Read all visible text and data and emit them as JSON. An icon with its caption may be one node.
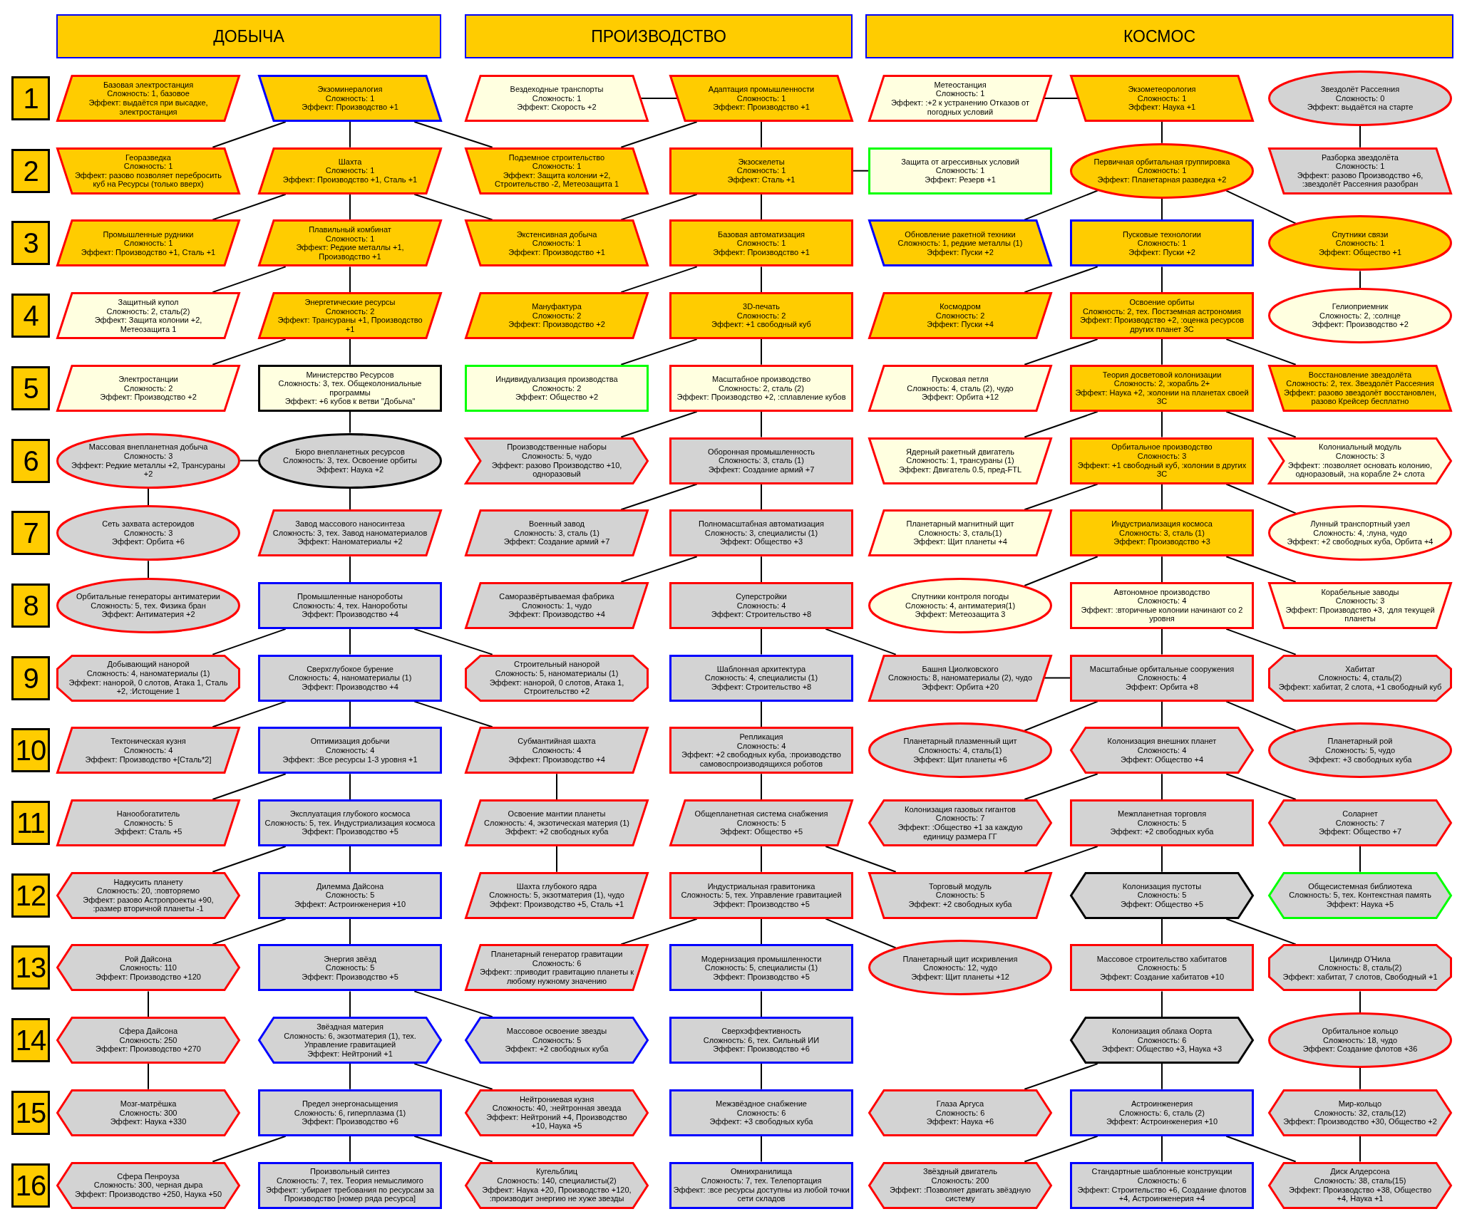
{
  "diagram": {
    "nodes": [
      {
        "text": [
          "ДОБЫЧА"
        ]
      },
      {
        "text": [
          "ПРОИЗВОДСТВО"
        ]
      },
      {
        "text": [
          "КОСМОС"
        ]
      },
      {
        "text": [
          "1"
        ]
      },
      {
        "text": [
          "Базовая электростанция",
          "Сложность: 1, базовое",
          "Эффект: выдаётся при высадке, электростанция"
        ]
      },
      {
        "text": [
          "Экзоминералогия",
          "Сложность: 1",
          "Эффект: Производство +1"
        ]
      },
      {
        "text": [
          "Вездеходные транспорты",
          "Сложность: 1",
          "Эффект: Скорость +2"
        ]
      },
      {
        "text": [
          "Адаптация промышленности",
          "Сложность: 1",
          "Эффект: Производство +1"
        ]
      },
      {
        "text": [
          "Метеостанция",
          "Сложность: 1",
          "Эффект: :+2 к устранению Отказов от погодных условий"
        ]
      },
      {
        "text": [
          "Экзометеорология",
          "Сложность: 1",
          "Эффект: Наука +1"
        ]
      },
      {
        "text": [
          "Звездолёт Рассеяния",
          "Сложность: 0",
          "Эффект: выдаётся на старте"
        ]
      },
      {
        "text": [
          "2"
        ]
      },
      {
        "text": [
          "Георазведка",
          "Сложность: 1",
          "Эффект: разово позволяет перебросить куб на Ресурсы (только вверх)"
        ]
      },
      {
        "text": [
          "Шахта",
          "Сложность: 1",
          "Эффект: Производство +1, Сталь +1"
        ]
      },
      {
        "text": [
          "Подземное строительство",
          "Сложность: 1",
          "Эффект: Защита колонии +2, Строительство -2, Метеозащита 1"
        ]
      },
      {
        "text": [
          "Экзоскелеты",
          "Сложность: 1",
          "Эффект: Сталь +1"
        ]
      },
      {
        "text": [
          "Защита от агрессивных условий",
          "Сложность: 1",
          "Эффект: Резерв +1"
        ]
      },
      {
        "text": [
          "Первичная орбитальная группировка",
          "Сложность: 1",
          "Эффект: Планетарная разведка +2"
        ]
      },
      {
        "text": [
          "Разборка звездолёта",
          "Сложность: 1",
          "Эффект: разово Производство +6, :звездолёт Рассеяния разобран"
        ]
      },
      {
        "text": [
          "3"
        ]
      },
      {
        "text": [
          "Промышленные рудники",
          "Сложность: 1",
          "Эффект: Производство +1, Сталь +1"
        ]
      },
      {
        "text": [
          "Плавильный комбинат",
          "Сложность: 1",
          "Эффект: Редкие металлы +1, Производство +1"
        ]
      },
      {
        "text": [
          "Экстенсивная добыча",
          "Сложность: 1",
          "Эффект: Производство +1"
        ]
      },
      {
        "text": [
          "Базовая автоматизация",
          "Сложность: 1",
          "Эффект: Производство +1"
        ]
      },
      {
        "text": [
          "Обновление ракетной техники",
          "Сложность: 1, редкие металлы (1)",
          "Эффект: Пуски +2"
        ]
      },
      {
        "text": [
          "Пусковые технологии",
          "Сложность: 1",
          "Эффект: Пуски +2"
        ]
      },
      {
        "text": [
          "Спутники связи",
          "Сложность: 1",
          "Эффект: Общество +1"
        ]
      },
      {
        "text": [
          "4"
        ]
      },
      {
        "text": [
          "Защитный купол",
          "Сложность: 2, сталь(2)",
          "Эффект: Защита колонии +2, Метеозащита 1"
        ]
      },
      {
        "text": [
          "Энергетические ресурсы",
          "Сложность: 2",
          "Эффект: Трансураны +1, Производство +1"
        ]
      },
      {
        "text": [
          "Мануфактура",
          "Сложность: 2",
          "Эффект: Производство +2"
        ]
      },
      {
        "text": [
          "3D-печать",
          "Сложность: 2",
          "Эффект: +1 свободный куб"
        ]
      },
      {
        "text": [
          "Космодром",
          "Сложность: 2",
          "Эффект: Пуски +4"
        ]
      },
      {
        "text": [
          "Освоение орбиты",
          "Сложность: 2, тех. Постземная астрономия",
          "Эффект: Производство +2, :оценка ресурсов других планет ЗС"
        ]
      },
      {
        "text": [
          "Гелиоприемник",
          "Сложность: 2, :солнце",
          "Эффект: Производство +2"
        ]
      },
      {
        "text": [
          "5"
        ]
      },
      {
        "text": [
          "Электростанции",
          "Сложность: 2",
          "Эффект: Производство +2"
        ]
      },
      {
        "text": [
          "Министерство Ресурсов",
          "Сложность: 3, тех. Общеколониальные программы",
          "Эффект: +6 кубов к ветви \"Добыча\""
        ]
      },
      {
        "text": [
          "Индивидуализация производства",
          "Сложность: 2",
          "Эффект: Общество +2"
        ]
      },
      {
        "text": [
          "Масштабное производство",
          "Сложность: 2, сталь (2)",
          "Эффект: Производство +2, :сплавление кубов"
        ]
      },
      {
        "text": [
          "Пусковая петля",
          "Сложность: 4, сталь (2), чудо",
          "Эффект: Орбита +12"
        ]
      },
      {
        "text": [
          "Теория досветовой колонизации",
          "Сложность: 2, :корабль 2+",
          "Эффект: Наука +2, :колонии на планетах своей ЗС"
        ]
      },
      {
        "text": [
          "Восстановление звездолёта",
          "Сложность: 2, тех. Звездолёт Рассеяния",
          "Эффект: разово звездолёт восстановлен, разово Крейсер бесплатно"
        ]
      },
      {
        "text": [
          "6"
        ]
      },
      {
        "text": [
          "Массовая внепланетная добыча",
          "Сложность: 3",
          "Эффект: Редкие металлы +2, Трансураны +2"
        ]
      },
      {
        "text": [
          "Бюро внепланетных ресурсов",
          "Сложность: 3, тех. Освоение орбиты",
          "Эффект: Наука +2"
        ]
      },
      {
        "text": [
          "Производственные наборы",
          "Сложность: 5, чудо",
          "Эффект: разово Производство +10, одноразовый"
        ]
      },
      {
        "text": [
          "Оборонная промышленность",
          "Сложность: 3, сталь (1)",
          "Эффект: Создание армий +7"
        ]
      },
      {
        "text": [
          "Ядерный ракетный двигатель",
          "Сложность: 1, трансураны (1)",
          "Эффект: Двигатель 0.5, пред-FTL"
        ]
      },
      {
        "text": [
          "Орбитальное производство",
          "Сложность: 3",
          "Эффект: +1 свободный куб, :колонии в других ЗС"
        ]
      },
      {
        "text": [
          "Колониальный модуль",
          "Сложность: 3",
          "Эффект: :позволяет основать колонию, одноразовый, :на корабле 2+ слота"
        ]
      },
      {
        "text": [
          "7"
        ]
      },
      {
        "text": [
          "Сеть захвата астероидов",
          "Сложность: 3",
          "Эффект: Орбита +6"
        ]
      },
      {
        "text": [
          "Завод массового наносинтеза",
          "Сложность: 3, тех. Завод наноматериалов",
          "Эффект: Наноматериалы +2"
        ]
      },
      {
        "text": [
          "Военный завод",
          "Сложность: 3, сталь (1)",
          "Эффект: Создание армий +7"
        ]
      },
      {
        "text": [
          "Полномасштабная автоматизация",
          "Сложность: 3, специалисты (1)",
          "Эффект: Общество +3"
        ]
      },
      {
        "text": [
          "Планетарный магнитный щит",
          "Сложность: 3, сталь(1)",
          "Эффект: Щит планеты +4"
        ]
      },
      {
        "text": [
          "Индустриализация космоса",
          "Сложность: 3, сталь (1)",
          "Эффект: Производство +3"
        ]
      },
      {
        "text": [
          "Лунный транспортный узел",
          "Сложность: 4, :луна, чудо",
          "Эффект: +2 свободных куба, Орбита +4"
        ]
      },
      {
        "text": [
          "8"
        ]
      },
      {
        "text": [
          "Орбитальные генераторы антиматерии",
          "Сложность: 5, тех. Физика бран",
          "Эффект: Антиматерия +2"
        ]
      },
      {
        "text": [
          "Промышленные нанороботы",
          "Сложность: 4, тех. Нанороботы",
          "Эффект: Производство +4"
        ]
      },
      {
        "text": [
          "Саморазвёртываемая фабрика",
          "Сложность: 1, чудо",
          "Эффект: Производство +4"
        ]
      },
      {
        "text": [
          "Суперстройки",
          "Сложность: 4",
          "Эффект: Строительство +8"
        ]
      },
      {
        "text": [
          "Спутники контроля погоды",
          "Сложность: 4, антиматерия(1)",
          "Эффект: Метеозащита 3"
        ]
      },
      {
        "text": [
          "Автономное производство",
          "Сложность: 4",
          "Эффект: :вторичные колонии начинают со 2 уровня"
        ]
      },
      {
        "text": [
          "Корабельные заводы",
          "Сложность: 3",
          "Эффект: Производство +3, :для текущей планеты"
        ]
      },
      {
        "text": [
          "9"
        ]
      },
      {
        "text": [
          "Добывающий нанорой",
          "Сложность: 4, наноматериалы (1)",
          "Эффект: нанорой, 0 слотов, Атака 1, Сталь +2, :Истощение 1"
        ]
      },
      {
        "text": [
          "Сверхглубокое бурение",
          "Сложность: 4, наноматериалы (1)",
          "Эффект: Производство +4"
        ]
      },
      {
        "text": [
          "Строительный нанорой",
          "Сложность: 5, наноматериалы (1)",
          "Эффект: нанорой, 0 слотов, Атака 1, Строительство +2"
        ]
      },
      {
        "text": [
          "Шаблонная архитектура",
          "Сложность: 4, специалисты (1)",
          "Эффект: Строительство +8"
        ]
      },
      {
        "text": [
          "Башня Циолковского",
          "Сложность: 8, наноматериалы (2), чудо",
          "Эффект: Орбита +20"
        ]
      },
      {
        "text": [
          "Масштабные орбитальные сооружения",
          "Сложность: 4",
          "Эффект: Орбита +8"
        ]
      },
      {
        "text": [
          "Хабитат",
          "Сложность: 4, сталь(2)",
          "Эффект: хабитат, 2 слота, +1 свободный куб"
        ]
      },
      {
        "text": [
          "10"
        ]
      },
      {
        "text": [
          "Тектоническая кузня",
          "Сложность: 4",
          "Эффект: Производство +[Сталь*2]"
        ]
      },
      {
        "text": [
          "Оптимизация добычи",
          "Сложность: 4",
          "Эффект: :Все ресурсы 1-3 уровня +1"
        ]
      },
      {
        "text": [
          "Субмантийная шахта",
          "Сложность: 4",
          "Эффект: Производство +4"
        ]
      },
      {
        "text": [
          "Репликация",
          "Сложность: 4",
          "Эффект: +2 свободных куба, :производство самовоспроизводящихся роботов"
        ]
      },
      {
        "text": [
          "Планетарный плазменный щит",
          "Сложность: 4, сталь(1)",
          "Эффект: Щит планеты +6"
        ]
      },
      {
        "text": [
          "Колонизация внешних планет",
          "Сложность: 4",
          "Эффект: Общество +4"
        ]
      },
      {
        "text": [
          "Планетарный рой",
          "Сложность: 5, чудо",
          "Эффект: +3 свободных куба"
        ]
      },
      {
        "text": [
          "11"
        ]
      },
      {
        "text": [
          "Нанообогатитель",
          "Сложность: 5",
          "Эффект: Сталь +5"
        ]
      },
      {
        "text": [
          "Эксплуатация глубокого космоса",
          "Сложность: 5, тех. Индустриализация космоса",
          "Эффект: Производство +5"
        ]
      },
      {
        "text": [
          "Освоение мантии планеты",
          "Сложность: 4, экзотическая материя (1)",
          "Эффект: +2 свободных куба"
        ]
      },
      {
        "text": [
          "Общепланетная система снабжения",
          "Сложность: 5",
          "Эффект: Общество +5"
        ]
      },
      {
        "text": [
          "Колонизация газовых гигантов",
          "Сложность: 7",
          "Эффект: :Общество +1 за каждую единицу размера ГГ"
        ]
      },
      {
        "text": [
          "Межпланетная торговля",
          "Сложность: 5",
          "Эффект: +2 свободных куба"
        ]
      },
      {
        "text": [
          "Соларнет",
          "Сложность: 7",
          "Эффект: Общество +7"
        ]
      },
      {
        "text": [
          "12"
        ]
      },
      {
        "text": [
          "Надкусить планету",
          "Сложность: 20, :повторяемо",
          "Эффект: разово Астропроекты +90, :размер вторичной планеты -1"
        ]
      },
      {
        "text": [
          "Дилемма Дайсона",
          "Сложность: 5",
          "Эффект: Астроинженерия +10"
        ]
      },
      {
        "text": [
          "Шахта глубокого ядра",
          "Сложность: 5, экзотматерия (1), чудо",
          "Эффект: Производство +5, Сталь +1"
        ]
      },
      {
        "text": [
          "Индустриальная гравитоника",
          "Сложность: 5, тех. Управление гравитацией",
          "Эффект: Производство +5"
        ]
      },
      {
        "text": [
          "Торговый модуль",
          "Сложность: 5",
          "Эффект: +2 свободных куба"
        ]
      },
      {
        "text": [
          "Колонизация пустоты",
          "Сложность: 5",
          "Эффект: Общество +5"
        ]
      },
      {
        "text": [
          "Общесистемная библиотека",
          "Сложность: 5, тех. Контекстная память",
          "Эффект: Наука +5"
        ]
      },
      {
        "text": [
          "13"
        ]
      },
      {
        "text": [
          "Рой Дайсона",
          "Сложность: 110",
          "Эффект: Производство +120"
        ]
      },
      {
        "text": [
          "Энергия звёзд",
          "Сложность: 5",
          "Эффект: Производство +5"
        ]
      },
      {
        "text": [
          "Планетарный генератор гравитации",
          "Сложность: 6",
          "Эффект: :приводит гравитацию планеты к любому нужному значению"
        ]
      },
      {
        "text": [
          "Модернизация промышленности",
          "Сложность: 5, специалисты (1)",
          "Эффект: Производство +5"
        ]
      },
      {
        "text": [
          "Планетарный щит искривления",
          "Сложность: 12, чудо",
          "Эффект: Щит планеты +12"
        ]
      },
      {
        "text": [
          "Массовое строительство хабитатов",
          "Сложность: 5",
          "Эффект: Создание хабитатов +10"
        ]
      },
      {
        "text": [
          "Цилиндр О'Нила",
          "Сложность: 8, сталь(2)",
          "Эффект: хабитат, 7 слотов, Свободный +1"
        ]
      },
      {
        "text": [
          "14"
        ]
      },
      {
        "text": [
          "Сфера Дайсона",
          "Сложность: 250",
          "Эффект: Производство +270"
        ]
      },
      {
        "text": [
          "Звёздная материя",
          "Сложность: 6, экзотматерия (1), тех. Управление гравитацией",
          "Эффект: Нейтроний +1"
        ]
      },
      {
        "text": [
          "Массовое освоение звезды",
          "Сложность: 5",
          "Эффект: +2 свободных куба"
        ]
      },
      {
        "text": [
          "Сверхэффективность",
          "Сложность: 6, тех. Сильный ИИ",
          "Эффект: Производство +6"
        ]
      },
      {
        "text": [
          "Колонизация облака Оорта",
          "Сложность: 6",
          "Эффект: Общество +3, Наука +3"
        ]
      },
      {
        "text": [
          "Орбитальное кольцо",
          "Сложность: 18, чудо",
          "Эффект: Создание флотов +36"
        ]
      },
      {
        "text": [
          "15"
        ]
      },
      {
        "text": [
          "Мозг-матрёшка",
          "Сложность: 300",
          "Эффект: Наука +330"
        ]
      },
      {
        "text": [
          "Предел энергонасыщения",
          "Сложность: 6, гиперплазма (1)",
          "Эффект: Производство +6"
        ]
      },
      {
        "text": [
          "Нейтрониевая кузня",
          "Сложность: 40, :нейтронная звезда",
          "Эффект: Нейтроний +4, Производство +10, Наука +5"
        ]
      },
      {
        "text": [
          "Межзвёздное снабжение",
          "Сложность: 6",
          "Эффект: +3 свободных куба"
        ]
      },
      {
        "text": [
          "Глаза Аргуса",
          "Сложность: 6",
          "Эффект: Наука +6"
        ]
      },
      {
        "text": [
          "Астроинженерия",
          "Сложность: 6, сталь (2)",
          "Эффект: Астроинженерия +10"
        ]
      },
      {
        "text": [
          "Мир-кольцо",
          "Сложность: 32, сталь(12)",
          "Эффект: Производство +30, Общество +2"
        ]
      },
      {
        "text": [
          "16"
        ]
      },
      {
        "text": [
          "Сфера Пенроуза",
          "Сложность: 300, черная дыра",
          "Эффект: Производство +250, Наука +50"
        ]
      },
      {
        "text": [
          "Произвольный синтез",
          "Сложность: 7, тех. Теория немыслимого",
          "Эффект: :убирает требования по ресурсам за Производство [номер ряда ресурса]"
        ]
      },
      {
        "text": [
          "Кугельблиц",
          "Сложность: 140, специалисты(2)",
          "Эффект: Наука +20, Производство +120, :производит энергию не хуже звезды"
        ]
      },
      {
        "text": [
          "Омнихранилища",
          "Сложность: 7, тех. Телепортация",
          "Эффект: :все ресурсы доступны из любой точки сети складов"
        ]
      },
      {
        "text": [
          "Звёздный двигатель",
          "Сложность: 200",
          "Эффект: :Позволяет двигать звёздную систему"
        ]
      },
      {
        "text": [
          "Стандартные шаблонные конструкции",
          "Сложность: 6",
          "Эффект: Строительство +6, Создание флотов +4, Астроинженерия +4"
        ]
      },
      {
        "text": [
          "Диск Алдерсона",
          "Сложность: 38, сталь(15)",
          "Эффект: Производство +38, Общество +4, Наука +1"
        ]
      }
    ],
    "edges": [
      {
        "from": 5,
        "to": 13,
        "arrow": "none"
      },
      {
        "from": 5,
        "to": 12,
        "arrow": "none"
      },
      {
        "from": 5,
        "to": 14,
        "arrow": "none"
      },
      {
        "from": 13,
        "to": 21,
        "arrow": "none"
      },
      {
        "from": 13,
        "to": 20,
        "arrow": "none"
      },
      {
        "from": 13,
        "to": 22,
        "arrow": "none"
      },
      {
        "from": 21,
        "to": 29,
        "arrow": "none"
      },
      {
        "from": 21,
        "to": 28,
        "arrow": "none"
      },
      {
        "from": 29,
        "to": 37,
        "arrow": "none"
      },
      {
        "from": 29,
        "to": 36,
        "arrow": "none"
      },
      {
        "from": 37,
        "to": 45,
        "arrow": "none"
      },
      {
        "from": 45,
        "to": 44,
        "arrow": "none"
      },
      {
        "from": 44,
        "to": 52,
        "arrow": "none"
      },
      {
        "from": 52,
        "to": 60,
        "arrow": "none"
      },
      {
        "from": 45,
        "to": 53,
        "arrow": "none"
      },
      {
        "from": 53,
        "to": 61,
        "arrow": "none"
      },
      {
        "from": 61,
        "to": 69,
        "arrow": "none"
      },
      {
        "from": 61,
        "to": 68,
        "arrow": "none"
      },
      {
        "from": 61,
        "to": 70,
        "arrow": "none"
      },
      {
        "from": 69,
        "to": 77,
        "arrow": "none"
      },
      {
        "from": 69,
        "to": 76,
        "arrow": "none"
      },
      {
        "from": 69,
        "to": 78,
        "arrow": "none"
      },
      {
        "from": 77,
        "to": 85,
        "arrow": "none"
      },
      {
        "from": 77,
        "to": 84,
        "arrow": "none"
      },
      {
        "from": 85,
        "to": 93,
        "arrow": "none"
      },
      {
        "from": 85,
        "to": 92,
        "arrow": "none"
      },
      {
        "from": 93,
        "to": 101,
        "arrow": "none"
      },
      {
        "from": 93,
        "to": 100,
        "arrow": "none"
      },
      {
        "from": 100,
        "to": 108,
        "arrow": "none"
      },
      {
        "from": 108,
        "to": 115,
        "arrow": "none"
      },
      {
        "from": 101,
        "to": 109,
        "arrow": "none"
      },
      {
        "from": 101,
        "to": 110,
        "arrow": "none"
      },
      {
        "from": 109,
        "to": 116,
        "arrow": "none"
      },
      {
        "from": 109,
        "to": 117,
        "arrow": "none"
      },
      {
        "from": 116,
        "to": 124,
        "arrow": "none"
      },
      {
        "from": 116,
        "to": 123,
        "arrow": "none"
      },
      {
        "from": 116,
        "to": 125,
        "arrow": "none"
      },
      {
        "from": 78,
        "to": 86,
        "arrow": "none"
      },
      {
        "from": 86,
        "to": 94,
        "arrow": "none"
      },
      {
        "from": 7,
        "to": 6,
        "arrow": "none"
      },
      {
        "from": 7,
        "to": 15,
        "arrow": "none"
      },
      {
        "from": 7,
        "to": 14,
        "arrow": "none"
      },
      {
        "from": 15,
        "to": 23,
        "arrow": "none"
      },
      {
        "from": 15,
        "to": 22,
        "arrow": "none"
      },
      {
        "from": 15,
        "to": 16,
        "arrow": "none"
      },
      {
        "from": 23,
        "to": 31,
        "arrow": "none"
      },
      {
        "from": 23,
        "to": 30,
        "arrow": "none"
      },
      {
        "from": 31,
        "to": 39,
        "arrow": "none"
      },
      {
        "from": 31,
        "to": 38,
        "arrow": "none"
      },
      {
        "from": 39,
        "to": 47,
        "arrow": "none"
      },
      {
        "from": 39,
        "to": 46,
        "arrow": "none"
      },
      {
        "from": 47,
        "to": 55,
        "arrow": "none"
      },
      {
        "from": 47,
        "to": 54,
        "arrow": "none"
      },
      {
        "from": 55,
        "to": 63,
        "arrow": "none"
      },
      {
        "from": 55,
        "to": 62,
        "arrow": "none"
      },
      {
        "from": 63,
        "to": 71,
        "arrow": "none"
      },
      {
        "from": 63,
        "to": 72,
        "arrow": "none"
      },
      {
        "from": 71,
        "to": 79,
        "arrow": "none"
      },
      {
        "from": 79,
        "to": 87,
        "arrow": "none"
      },
      {
        "from": 87,
        "to": 95,
        "arrow": "none"
      },
      {
        "from": 87,
        "to": 96,
        "arrow": "none"
      },
      {
        "from": 95,
        "to": 103,
        "arrow": "none"
      },
      {
        "from": 95,
        "to": 102,
        "arrow": "none"
      },
      {
        "from": 95,
        "to": 104,
        "arrow": "none"
      },
      {
        "from": 103,
        "to": 111,
        "arrow": "none"
      },
      {
        "from": 111,
        "to": 118,
        "arrow": "none"
      },
      {
        "from": 118,
        "to": 126,
        "arrow": "none"
      },
      {
        "from": 9,
        "to": 8,
        "arrow": "none"
      },
      {
        "from": 9,
        "to": 17,
        "arrow": "none"
      },
      {
        "from": 10,
        "to": 18,
        "arrow": "none"
      },
      {
        "from": 17,
        "to": 25,
        "arrow": "none"
      },
      {
        "from": 17,
        "to": 24,
        "arrow": "none"
      },
      {
        "from": 17,
        "to": 26,
        "arrow": "none"
      },
      {
        "from": 26,
        "to": 34,
        "arrow": "none"
      },
      {
        "from": 25,
        "to": 33,
        "arrow": "none"
      },
      {
        "from": 25,
        "to": 32,
        "arrow": "none"
      },
      {
        "from": 33,
        "to": 41,
        "arrow": "none"
      },
      {
        "from": 33,
        "to": 40,
        "arrow": "none"
      },
      {
        "from": 33,
        "to": 42,
        "arrow": "none"
      },
      {
        "from": 41,
        "to": 49,
        "arrow": "none"
      },
      {
        "from": 41,
        "to": 48,
        "arrow": "none"
      },
      {
        "from": 41,
        "to": 50,
        "arrow": "none"
      },
      {
        "from": 49,
        "to": 57,
        "arrow": "none"
      },
      {
        "from": 49,
        "to": 56,
        "arrow": "none"
      },
      {
        "from": 49,
        "to": 58,
        "arrow": "none"
      },
      {
        "from": 57,
        "to": 65,
        "arrow": "none"
      },
      {
        "from": 57,
        "to": 64,
        "arrow": "none"
      },
      {
        "from": 57,
        "to": 66,
        "arrow": "none"
      },
      {
        "from": 65,
        "to": 73,
        "arrow": "none"
      },
      {
        "from": 65,
        "to": 74,
        "arrow": "none"
      },
      {
        "from": 73,
        "to": 72,
        "arrow": "none"
      },
      {
        "from": 73,
        "to": 81,
        "arrow": "none"
      },
      {
        "from": 73,
        "to": 80,
        "arrow": "none"
      },
      {
        "from": 73,
        "to": 82,
        "arrow": "none"
      },
      {
        "from": 81,
        "to": 89,
        "arrow": "none"
      },
      {
        "from": 81,
        "to": 88,
        "arrow": "none"
      },
      {
        "from": 81,
        "to": 90,
        "arrow": "none"
      },
      {
        "from": 89,
        "to": 97,
        "arrow": "none"
      },
      {
        "from": 89,
        "to": 96,
        "arrow": "none"
      },
      {
        "from": 90,
        "to": 98,
        "arrow": "none"
      },
      {
        "from": 97,
        "to": 105,
        "arrow": "none"
      },
      {
        "from": 97,
        "to": 106,
        "arrow": "none"
      },
      {
        "from": 106,
        "to": 113,
        "arrow": "none"
      },
      {
        "from": 113,
        "to": 121,
        "arrow": "none"
      },
      {
        "from": 105,
        "to": 112,
        "arrow": "none"
      },
      {
        "from": 112,
        "to": 120,
        "arrow": "none"
      },
      {
        "from": 112,
        "to": 119,
        "arrow": "none"
      },
      {
        "from": 120,
        "to": 128,
        "arrow": "none"
      },
      {
        "from": 120,
        "to": 127,
        "arrow": "none"
      },
      {
        "from": 120,
        "to": 129,
        "arrow": "none"
      },
      {
        "from": 121,
        "to": 129,
        "arrow": "none"
      }
    ]
  }
}
